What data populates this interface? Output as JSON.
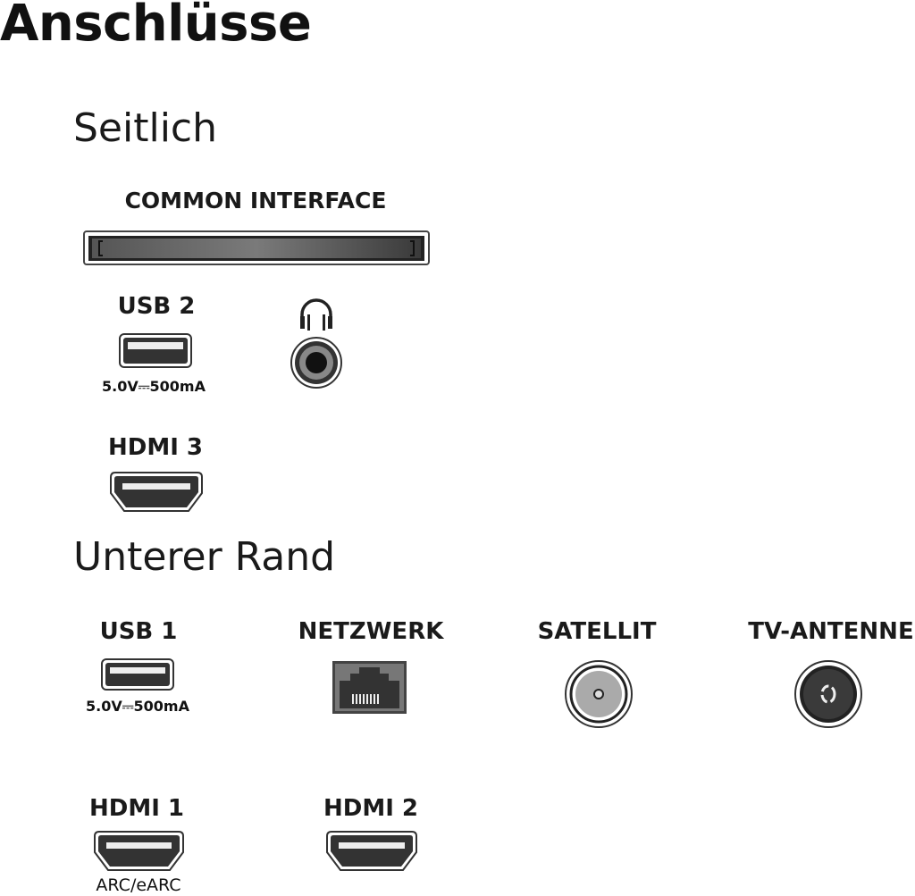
{
  "title": "Anschlüsse",
  "sections": {
    "side": {
      "heading": "Seitlich",
      "common_interface": "COMMON INTERFACE",
      "usb2": {
        "label": "USB 2",
        "spec": "5.0V⎓500mA"
      },
      "headphone": {
        "icon": "headphone-icon"
      },
      "hdmi3": {
        "label": "HDMI 3"
      }
    },
    "bottom": {
      "heading": "Unterer Rand",
      "usb1": {
        "label": "USB 1",
        "spec": "5.0V⎓500mA"
      },
      "network": {
        "label": "NETZWERK"
      },
      "satellite": {
        "label": "SATELLIT"
      },
      "antenna": {
        "label": "TV-ANTENNE"
      },
      "hdmi1": {
        "label": "HDMI 1",
        "note": "ARC/eARC"
      },
      "hdmi2": {
        "label": "HDMI 2"
      }
    }
  }
}
